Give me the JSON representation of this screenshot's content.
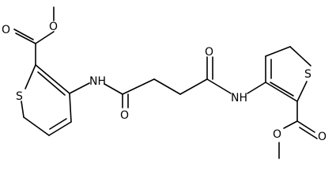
{
  "atoms": {
    "o_methyl_left": "O",
    "o_carbonyl_left": "O",
    "s_left": "S",
    "nh_left": "NH",
    "o_amide_left": "O",
    "o_amide_right": "O",
    "nh_right": "NH",
    "s_right": "S",
    "o_carbonyl_right": "O",
    "o_methyl_right": "O"
  }
}
